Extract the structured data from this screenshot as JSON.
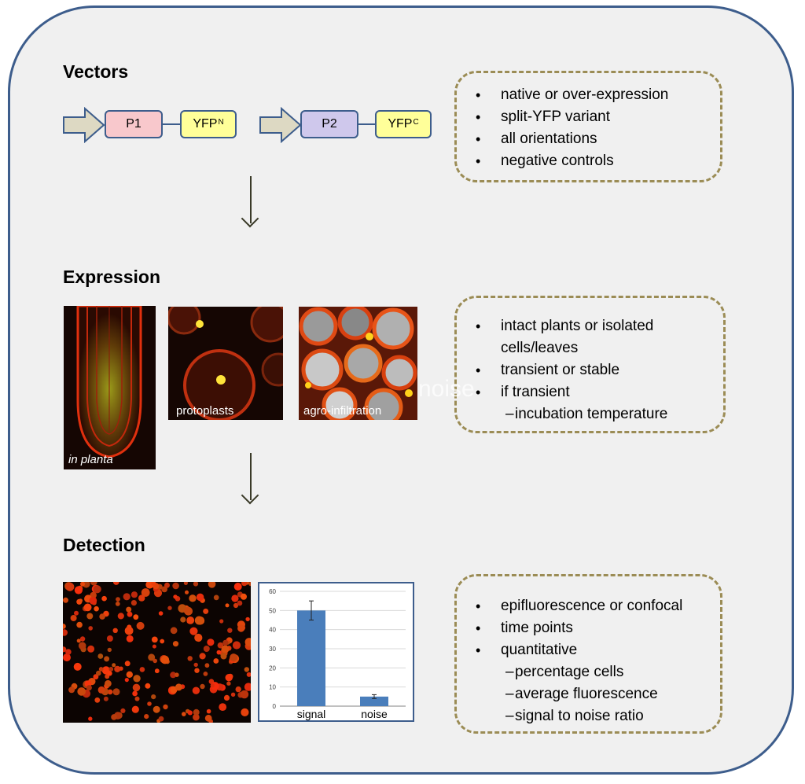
{
  "sections": {
    "vectors": {
      "title": "Vectors"
    },
    "expression": {
      "title": "Expression"
    },
    "detection": {
      "title": "Detection"
    }
  },
  "constructs": [
    {
      "promoter": "P1",
      "tag": "YFP",
      "tag_sup": "N"
    },
    {
      "promoter": "P2",
      "tag": "YFP",
      "tag_sup": "C"
    }
  ],
  "notes": {
    "vectors": [
      "native or over-expression",
      "split-YFP variant",
      "all orientations",
      "negative controls"
    ],
    "expression": {
      "line1": "intact plants or isolated",
      "line1b": "cells/leaves",
      "line2": "transient or stable",
      "line3": "if transient",
      "sub1": "incubation temperature"
    },
    "detection": {
      "line1": "epifluorescence or confocal",
      "line2": "time points",
      "line3": "quantitative",
      "sub1": "percentage cells",
      "sub2": "average fluorescence",
      "sub3": "signal to noise ratio"
    }
  },
  "images": {
    "in_planta": "in planta",
    "protoplasts": "protoplasts",
    "agro": "agro-infiltration",
    "watermark": "noise"
  },
  "colors": {
    "frame_border": "#3d5d8c",
    "frame_fill": "#f0f0f0",
    "note_border": "#9b8c55",
    "promoter1": "#f8c8cc",
    "promoter2": "#cfc8ec",
    "tag": "#ffff99",
    "bar": "#4a7ebb"
  },
  "chart_data": {
    "type": "bar",
    "categories": [
      "signal",
      "noise"
    ],
    "values": [
      50,
      5
    ],
    "errors": [
      5,
      1
    ],
    "ylim": [
      0,
      60
    ],
    "yticks": [
      0,
      10,
      20,
      30,
      40,
      50,
      60
    ],
    "grid": true
  }
}
